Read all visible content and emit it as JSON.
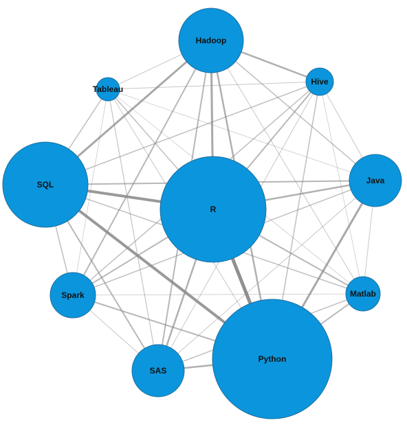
{
  "colors": {
    "node_fill": "#0b95dc",
    "node_stroke": "#1d6e9e",
    "edge": "#8a8a8a"
  },
  "nodes": [
    {
      "id": "Hadoop",
      "label": "Hadoop"
    },
    {
      "id": "Hive",
      "label": "Hive"
    },
    {
      "id": "Tableau",
      "label": "Tableau"
    },
    {
      "id": "SQL",
      "label": "SQL"
    },
    {
      "id": "R",
      "label": "R"
    },
    {
      "id": "Java",
      "label": "Java"
    },
    {
      "id": "Spark",
      "label": "Spark"
    },
    {
      "id": "Matlab",
      "label": "Matlab"
    },
    {
      "id": "SAS",
      "label": "SAS"
    },
    {
      "id": "Python",
      "label": "Python"
    }
  ],
  "edges": [
    {
      "source": "R",
      "target": "Python",
      "weight": 5
    },
    {
      "source": "SQL",
      "target": "Python",
      "weight": 4
    },
    {
      "source": "SQL",
      "target": "R",
      "weight": 4
    },
    {
      "source": "Hadoop",
      "target": "R",
      "weight": 3
    },
    {
      "source": "Hadoop",
      "target": "SQL",
      "weight": 3
    },
    {
      "source": "Hadoop",
      "target": "Python",
      "weight": 2.5
    },
    {
      "source": "Hadoop",
      "target": "Spark",
      "weight": 2
    },
    {
      "source": "Hadoop",
      "target": "Hive",
      "weight": 2.5
    },
    {
      "source": "Hadoop",
      "target": "SAS",
      "weight": 2
    },
    {
      "source": "Hadoop",
      "target": "Java",
      "weight": 1.5
    },
    {
      "source": "Hadoop",
      "target": "Tableau",
      "weight": 1
    },
    {
      "source": "Hadoop",
      "target": "Matlab",
      "weight": 1
    },
    {
      "source": "Hive",
      "target": "R",
      "weight": 2
    },
    {
      "source": "Hive",
      "target": "SQL",
      "weight": 1.5
    },
    {
      "source": "Hive",
      "target": "Python",
      "weight": 1.5
    },
    {
      "source": "Hive",
      "target": "Spark",
      "weight": 1.5
    },
    {
      "source": "Hive",
      "target": "Java",
      "weight": 1
    },
    {
      "source": "Hive",
      "target": "SAS",
      "weight": 1
    },
    {
      "source": "Hive",
      "target": "Matlab",
      "weight": 0.8
    },
    {
      "source": "Hive",
      "target": "Tableau",
      "weight": 1
    },
    {
      "source": "Tableau",
      "target": "R",
      "weight": 1.5
    },
    {
      "source": "Tableau",
      "target": "SQL",
      "weight": 1.5
    },
    {
      "source": "Tableau",
      "target": "Python",
      "weight": 1
    },
    {
      "source": "Tableau",
      "target": "SAS",
      "weight": 1.2
    },
    {
      "source": "Tableau",
      "target": "Spark",
      "weight": 0.8
    },
    {
      "source": "Tableau",
      "target": "Java",
      "weight": 0.8
    },
    {
      "source": "Tableau",
      "target": "Matlab",
      "weight": 0.8
    },
    {
      "source": "SQL",
      "target": "Java",
      "weight": 2
    },
    {
      "source": "SQL",
      "target": "SAS",
      "weight": 2
    },
    {
      "source": "SQL",
      "target": "Spark",
      "weight": 1.5
    },
    {
      "source": "SQL",
      "target": "Matlab",
      "weight": 1.5
    },
    {
      "source": "R",
      "target": "Java",
      "weight": 2.5
    },
    {
      "source": "R",
      "target": "SAS",
      "weight": 2.5
    },
    {
      "source": "R",
      "target": "Spark",
      "weight": 2
    },
    {
      "source": "R",
      "target": "Matlab",
      "weight": 2
    },
    {
      "source": "Java",
      "target": "Python",
      "weight": 3
    },
    {
      "source": "Java",
      "target": "Spark",
      "weight": 1.5
    },
    {
      "source": "Java",
      "target": "SAS",
      "weight": 1
    },
    {
      "source": "Java",
      "target": "Matlab",
      "weight": 1
    },
    {
      "source": "Spark",
      "target": "Python",
      "weight": 2
    },
    {
      "source": "Spark",
      "target": "SAS",
      "weight": 1
    },
    {
      "source": "Spark",
      "target": "Matlab",
      "weight": 0.8
    },
    {
      "source": "Matlab",
      "target": "Python",
      "weight": 2
    },
    {
      "source": "Matlab",
      "target": "SAS",
      "weight": 1.5
    },
    {
      "source": "SAS",
      "target": "Python",
      "weight": 2.5
    }
  ]
}
